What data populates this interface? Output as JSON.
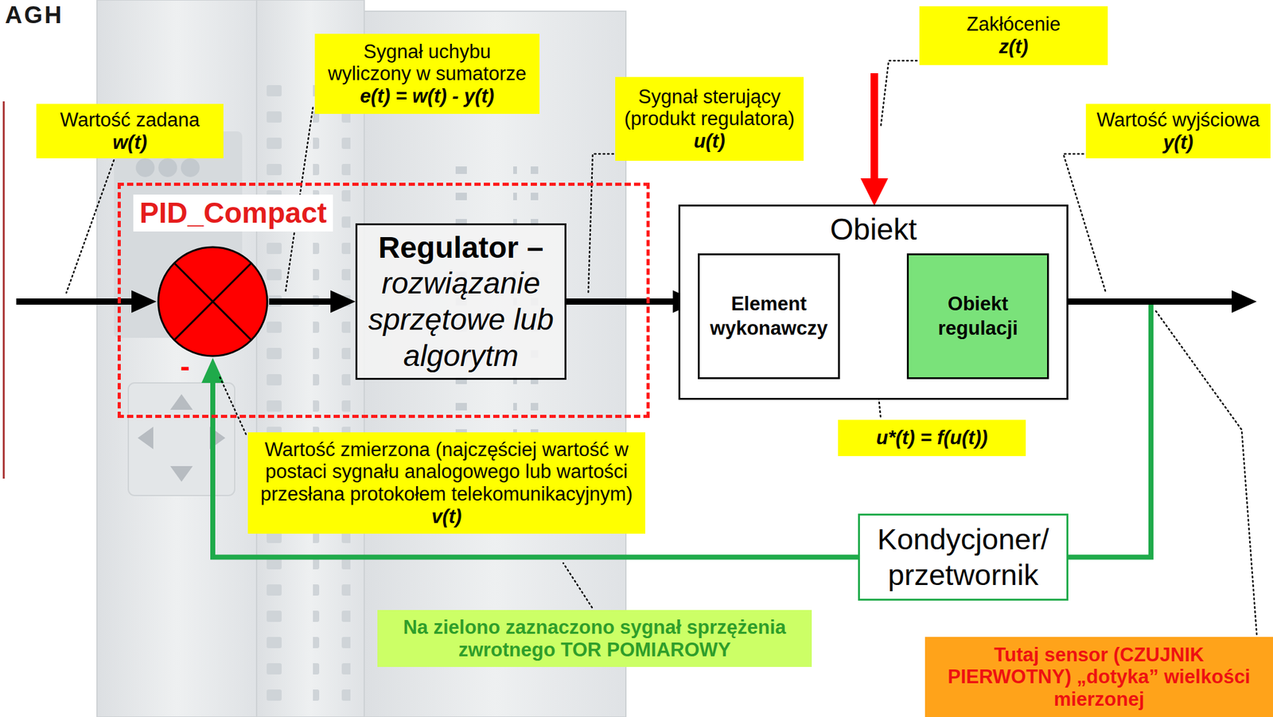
{
  "diagram": {
    "nodes": [
      {
        "text": [
          "Wartość zadana",
          "w(t)"
        ]
      },
      {
        "text": [
          "Sygnał uchybu wyliczony w sumatorze",
          "e(t) = w(t) - y(t)"
        ]
      },
      {
        "text": [
          "Sygnał sterujący (produkt regulatora)",
          "u(t)"
        ]
      },
      {
        "text": [
          "Zakłócenie",
          "z(t)"
        ]
      },
      {
        "text": [
          "Wartość wyjściowa",
          "y(t)"
        ]
      },
      {
        "text": [
          "PID_Compact"
        ]
      },
      {
        "text": [
          "-"
        ],
        "in": 5
      },
      {
        "text": [
          "Regulator –",
          "rozwiązanie sprzętowe lub algorytm"
        ],
        "in": 5
      },
      {
        "text": [
          "Obiekt"
        ]
      },
      {
        "text": [
          "Element wykonawczy"
        ],
        "in": 8
      },
      {
        "text": [
          "Obiekt regulacji"
        ],
        "in": 8
      },
      {
        "text": [
          "u*(t) = f(u(t))"
        ]
      },
      {
        "text": [
          "Wartość zmierzona (najczęściej wartość w postaci sygnału analogowego lub wartości przesłana protokołem telekomunikacyjnym)",
          "v(t)"
        ]
      },
      {
        "text": [
          "Kondycjoner/ przetwornik"
        ]
      },
      {
        "text": [
          "Na zielono zaznaczono sygnał sprzężenia zwrotnego TOR POMIAROWY"
        ]
      },
      {
        "text": [
          "Tutaj sensor (CZUJNIK PIERWOTNY) „dotyka” wielkości mierzonej"
        ]
      }
    ],
    "edges": [
      {
        "from": 6,
        "to": 7,
        "arrow": "to"
      },
      {
        "from": 7,
        "to": 9,
        "arrow": "to"
      },
      {
        "from": 9,
        "to": 10,
        "arrow": "to"
      },
      {
        "from": 10,
        "to": 13,
        "arrow": "none"
      },
      {
        "from": 13,
        "to": 6,
        "arrow": "to"
      }
    ],
    "labels": [
      "AGH"
    ]
  }
}
